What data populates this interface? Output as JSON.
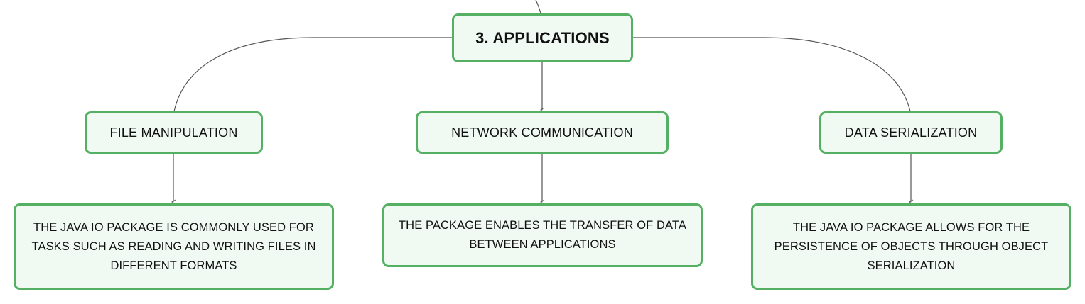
{
  "colors": {
    "node_fill": "#f1faf2",
    "node_border": "#55b064",
    "connector": "#555555",
    "text": "#111111"
  },
  "diagram": {
    "root": {
      "label": "3. APPLICATIONS"
    },
    "branches": [
      {
        "label": "FILE MANIPULATION",
        "detail": "THE JAVA IO PACKAGE IS COMMONLY USED FOR TASKS SUCH AS READING AND WRITING FILES IN DIFFERENT FORMATS"
      },
      {
        "label": "NETWORK COMMUNICATION",
        "detail": "THE PACKAGE ENABLES THE TRANSFER OF DATA BETWEEN APPLICATIONS"
      },
      {
        "label": "DATA SERIALIZATION",
        "detail": "THE JAVA IO PACKAGE ALLOWS FOR THE PERSISTENCE OF OBJECTS THROUGH OBJECT SERIALIZATION"
      }
    ]
  }
}
